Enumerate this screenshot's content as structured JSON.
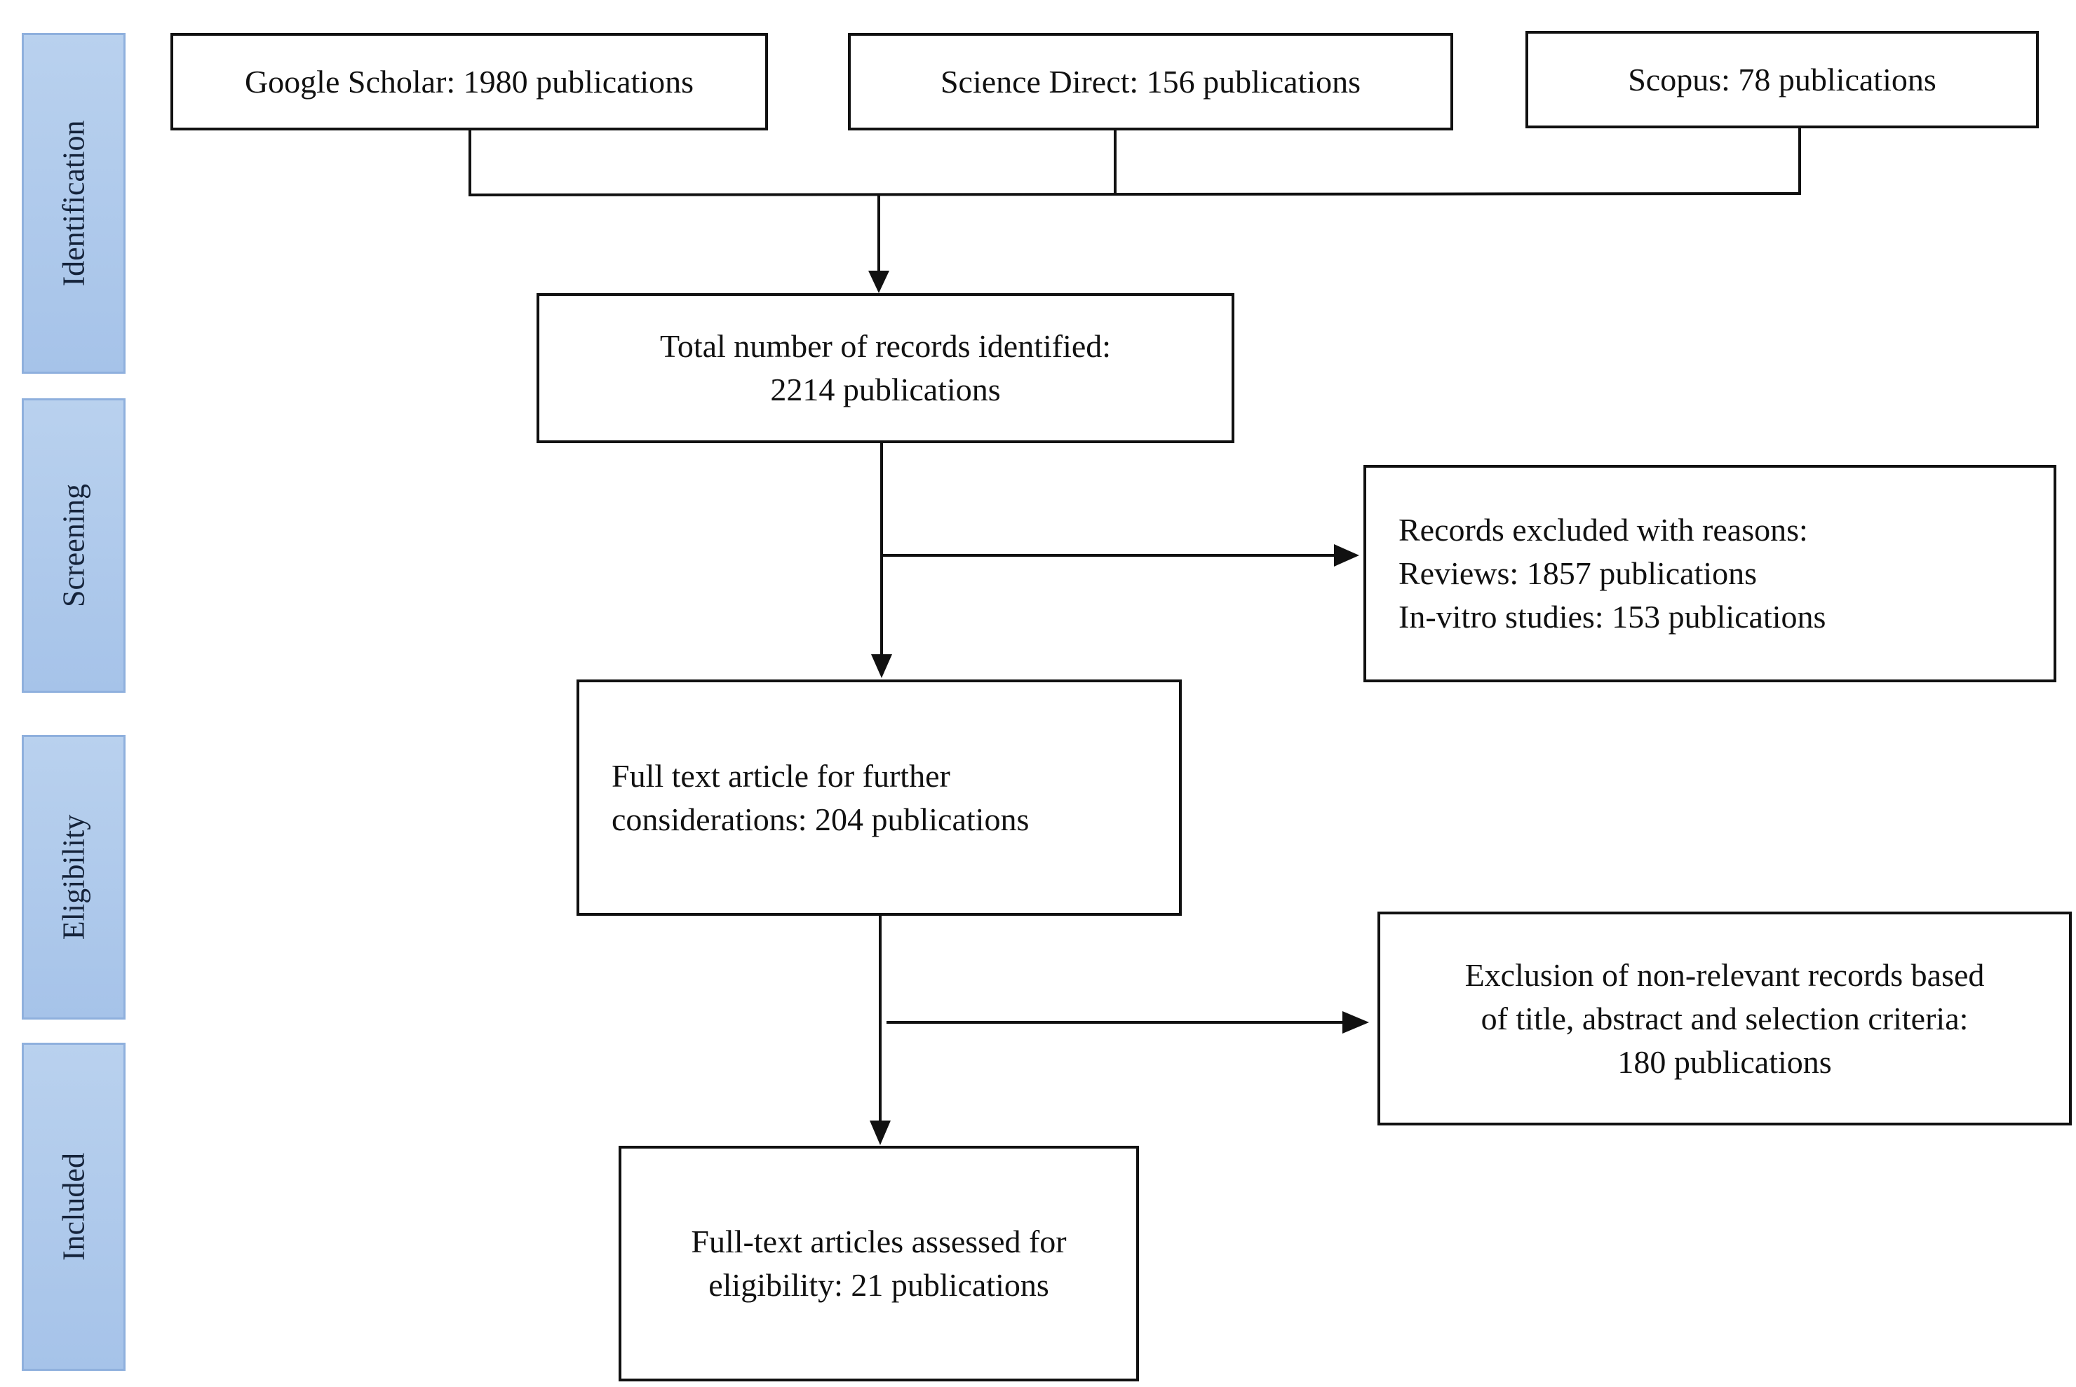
{
  "stages": [
    {
      "id": "identification",
      "label": "Identification"
    },
    {
      "id": "screening",
      "label": "Screening"
    },
    {
      "id": "eligibility",
      "label": "Eligibility"
    },
    {
      "id": "included",
      "label": "Included"
    }
  ],
  "sources": {
    "google_scholar": "Google Scholar: 1980 publications",
    "science_direct": "Science Direct: 156 publications",
    "scopus": "Scopus: 78 publications"
  },
  "boxes": {
    "total": "Total number of records identified:\n2214 publications",
    "excluded": "Records excluded with reasons:\nReviews: 1857 publications\nIn-vitro studies: 153 publications",
    "full_text": "Full text article for further\nconsiderations: 204 publications",
    "non_relevant": "Exclusion of non-relevant records based\nof title, abstract and selection criteria:\n180 publications",
    "included": "Full-text articles assessed for\neligibility: 21 publications"
  },
  "colors": {
    "stage_fill": "#a6c3e9",
    "stage_border": "#8fb0dd",
    "line": "#111111"
  }
}
